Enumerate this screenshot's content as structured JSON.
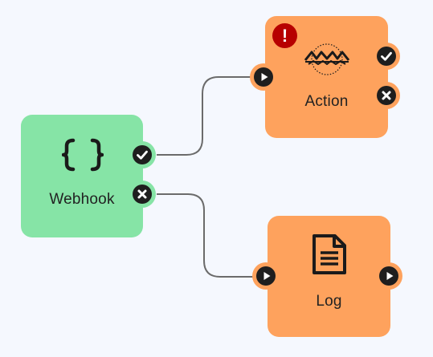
{
  "colors": {
    "background": "#f5f8fe",
    "webhook_fill": "#86e4a6",
    "action_fill": "#fea25d",
    "port_dark": "#1e1e1e",
    "edge": "#6b6b6b",
    "error_badge": "#b70000"
  },
  "nodes": {
    "webhook": {
      "label": "Webhook",
      "icon": "curly-braces-icon"
    },
    "action": {
      "label": "Action",
      "icon": "fme-logo-icon",
      "error_badge": "!"
    },
    "log": {
      "label": "Log",
      "icon": "document-icon"
    }
  },
  "ports": {
    "webhook_success": "check-icon",
    "webhook_failure": "close-icon",
    "action_input": "play-icon",
    "action_success": "check-icon",
    "action_failure": "close-icon",
    "log_input": "play-icon",
    "log_output": "play-icon"
  },
  "edges": [
    {
      "from": "webhook.success",
      "to": "action.input"
    },
    {
      "from": "webhook.failure",
      "to": "log.input"
    }
  ]
}
